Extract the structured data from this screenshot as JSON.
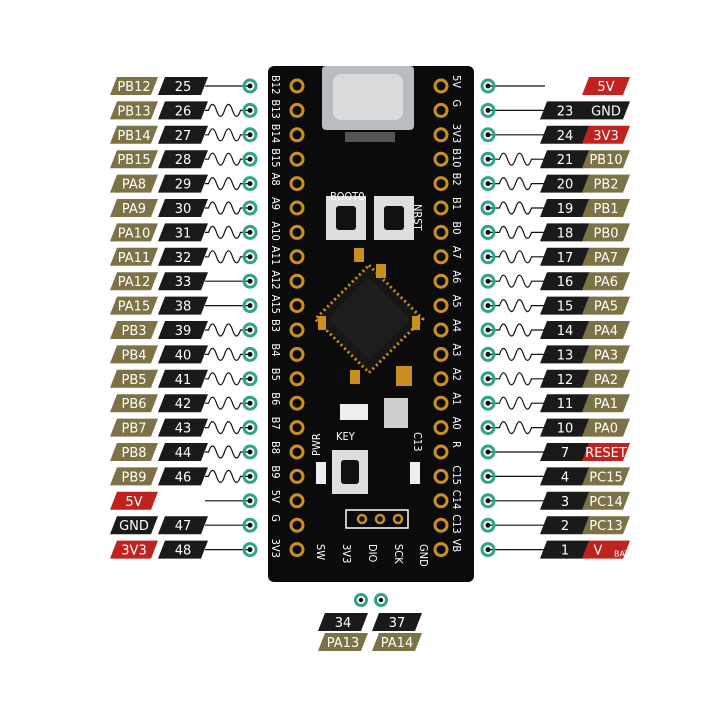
{
  "colors": {
    "port": "#7c7245",
    "number": "#1a1a1a",
    "power": "#c0221f",
    "ground": "#1a1a1a",
    "pin": "#2fa489",
    "board": "#0b0b0b",
    "pad": "#c98f1f"
  },
  "left_pins": [
    {
      "port": "PB12",
      "num": "25",
      "silk": "B12"
    },
    {
      "port": "PB13",
      "num": "26",
      "silk": "B13"
    },
    {
      "port": "PB14",
      "num": "27",
      "silk": "B14"
    },
    {
      "port": "PB15",
      "num": "28",
      "silk": "B15"
    },
    {
      "port": "PA8",
      "num": "29",
      "silk": "A8"
    },
    {
      "port": "PA9",
      "num": "30",
      "silk": "A9"
    },
    {
      "port": "PA10",
      "num": "31",
      "silk": "A10"
    },
    {
      "port": "PA11",
      "num": "32",
      "silk": "A11"
    },
    {
      "port": "PA12",
      "num": "33",
      "silk": "A12"
    },
    {
      "port": "PA15",
      "num": "38",
      "silk": "A15"
    },
    {
      "port": "PB3",
      "num": "39",
      "silk": "B3"
    },
    {
      "port": "PB4",
      "num": "40",
      "silk": "B4"
    },
    {
      "port": "PB5",
      "num": "41",
      "silk": "B5"
    },
    {
      "port": "PB6",
      "num": "42",
      "silk": "B6"
    },
    {
      "port": "PB7",
      "num": "43",
      "silk": "B7"
    },
    {
      "port": "PB8",
      "num": "44",
      "silk": "B8"
    },
    {
      "port": "PB9",
      "num": "46",
      "silk": "B9"
    },
    {
      "port": "5V",
      "num": "",
      "silk": "5V",
      "kind": "power"
    },
    {
      "port": "GND",
      "num": "47",
      "silk": "G",
      "kind": "ground"
    },
    {
      "port": "3V3",
      "num": "48",
      "silk": "3V3",
      "kind": "power"
    }
  ],
  "right_pins": [
    {
      "port": "5V",
      "num": "",
      "silk": "5V",
      "kind": "power"
    },
    {
      "port": "GND",
      "num": "23",
      "silk": "G",
      "kind": "ground"
    },
    {
      "port": "3V3",
      "num": "24",
      "silk": "3V3",
      "kind": "power"
    },
    {
      "port": "PB10",
      "num": "21",
      "silk": "B10"
    },
    {
      "port": "PB2",
      "num": "20",
      "silk": "B2"
    },
    {
      "port": "PB1",
      "num": "19",
      "silk": "B1"
    },
    {
      "port": "PB0",
      "num": "18",
      "silk": "B0"
    },
    {
      "port": "PA7",
      "num": "17",
      "silk": "A7"
    },
    {
      "port": "PA6",
      "num": "16",
      "silk": "A6"
    },
    {
      "port": "PA5",
      "num": "15",
      "silk": "A5"
    },
    {
      "port": "PA4",
      "num": "14",
      "silk": "A4"
    },
    {
      "port": "PA3",
      "num": "13",
      "silk": "A3"
    },
    {
      "port": "PA2",
      "num": "12",
      "silk": "A2"
    },
    {
      "port": "PA1",
      "num": "11",
      "silk": "A1"
    },
    {
      "port": "PA0",
      "num": "10",
      "silk": "A0"
    },
    {
      "port": "RESET",
      "num": "7",
      "silk": "R",
      "kind": "power"
    },
    {
      "port": "PC15",
      "num": "4",
      "silk": "C15"
    },
    {
      "port": "PC14",
      "num": "3",
      "silk": "C14"
    },
    {
      "port": "PC13",
      "num": "2",
      "silk": "C13"
    },
    {
      "port": "V",
      "port_sub": "BAT",
      "num": "1",
      "silk": "VB",
      "kind": "power"
    }
  ],
  "swd": {
    "silk": [
      "SW",
      "3V3",
      "DIO",
      "SCK",
      "GND"
    ],
    "pins": [
      {
        "num": "34",
        "port": "PA13"
      },
      {
        "num": "37",
        "port": "PA14"
      }
    ]
  },
  "board_text": {
    "boot": "BOOT0",
    "nrst": "NRST",
    "pwr": "PWR",
    "key": "KEY",
    "c13": "C13"
  }
}
